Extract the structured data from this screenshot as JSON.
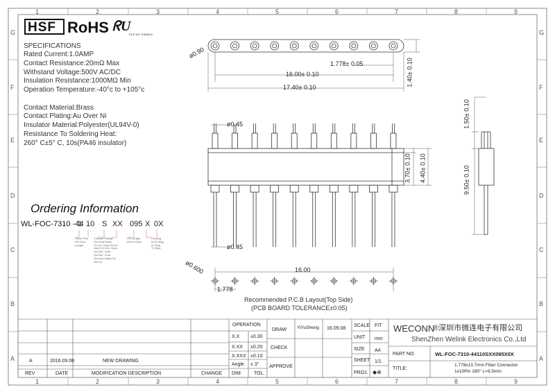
{
  "grid": {
    "columns": [
      "1",
      "2",
      "3",
      "4",
      "5",
      "6",
      "7",
      "8",
      "9"
    ],
    "rows": [
      "G",
      "F",
      "E",
      "D",
      "C",
      "B",
      "A"
    ]
  },
  "logos": {
    "hsf": "HSF",
    "rohs": "RoHS",
    "ul_file": "FILE NO. E363816"
  },
  "specifications": {
    "heading": "SPECIFICATIONS",
    "lines": [
      "Rated Current:1.0AMP",
      "Contact Resistance:20mΩ Max",
      "Withstand Voltage:500V AC/DC",
      "Insulation Resistance:1000MΩ Min",
      "Operation Temperature:-40°c to +105°c"
    ]
  },
  "materials": {
    "lines": [
      "Contact Material:Brass",
      "Contact Plating:Au Over Ni",
      "Insulator Material:Polyester(UL94V-0)",
      "Resistance To Soldering Heat:",
      "260° C±5° C, 10s(PA46 insulator)"
    ]
  },
  "ordering": {
    "title": "Ordering Information",
    "code_prefix": "WL-FOC-7310 -44",
    "codes": [
      "1",
      "10",
      "S",
      "XX",
      "095",
      "X",
      "0X"
    ],
    "notes": [
      "Row# Pins Per Row Length",
      "Contact Plating: G0:Gold Flash G1:3u\" Gold G2:5u\" Gold G3:10u\" Gold G4:15u\" Gold G5:30u\" Gold S0:Gold Flash/Tin SN:Tin",
      "Pin Length 095=9.5mm",
      "Packing 0=Pe Bag A=Tray T=Tube"
    ]
  },
  "dimensions": {
    "hole_dia": "ø0.90",
    "pitch": "1.778± 0.05",
    "span_16": "16.00± 0.10",
    "span_17_4": "17.40± 0.10",
    "height_1_4": "1.40± 0.10",
    "pin_dia_top": "ø0.45",
    "pin_dia_bottom": "ø0.45",
    "body_3_7": "3.70± 0.10",
    "body_4_4": "4.40± 0.10",
    "side_1_5": "1.50± 0.10",
    "side_9_5": "9.50± 0.10",
    "pcb_hole": "ø0.600",
    "pcb_span": "16.00",
    "pcb_pitch": "1.778"
  },
  "pcb_layout": {
    "line1": "Recommended P.C.B Layout(Top Side)",
    "line2": "(PCB BOARD TOLERANCE±0.05)"
  },
  "title_block": {
    "operation": "OPERATION",
    "tolerances": [
      {
        "label": "X.X",
        "value": "±0.30"
      },
      {
        "label": "X.XX",
        "value": "±0.20"
      },
      {
        "label": "X.XXX",
        "value": "±0.10"
      },
      {
        "label": "Angle",
        "value": "± 3°"
      }
    ],
    "dim": "DIM",
    "tol": "TOL.",
    "draw": "DRAW",
    "drawer": "YiYuSheng",
    "draw_date": "16.09.08",
    "check": "CHECK",
    "approve": "APPROVE",
    "scale": "SCALE",
    "scale_value": "FIT",
    "unit": "UNIT",
    "unit_value": "mm",
    "size": "SIZE",
    "size_value": "A4",
    "sheet": "SHEET",
    "sheet_value": "1/1",
    "proj": "PROJ.",
    "company_en_brand": "WECONN",
    "company_cn": "®深圳市微连电子有限公司",
    "company_full": "ShenZhen Welink Electronics Co.,Ltd",
    "part_no_label": "PART NO.",
    "part_no": "WL-FOC-7310-44110SXX095X0X",
    "title_label": "TITLE:",
    "title_line1": "1.778x13.7mm Fiber Connector",
    "title_line2": "1x10Pin 180° L=9.5mm",
    "revision": {
      "rev": "A",
      "date": "2016.09.08",
      "description": "NEW DRAWING"
    },
    "headers": {
      "rev": "REV",
      "date": "DATE",
      "modification": "MODIFICATION DESCRIPTION",
      "change": "CHANGE"
    }
  }
}
